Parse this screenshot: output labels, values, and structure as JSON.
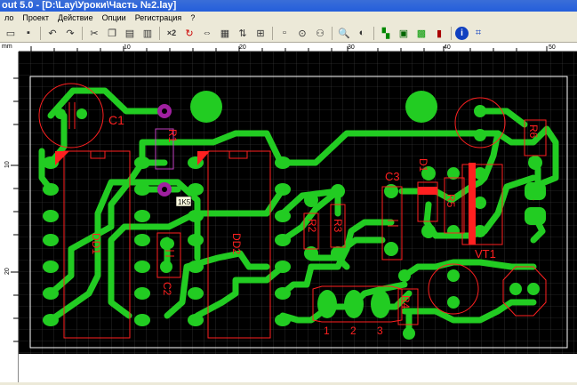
{
  "window": {
    "title": "out 5.0 - [D:\\Lay\\Уроки\\Часть №2.lay]"
  },
  "menu": {
    "items": [
      "ло",
      "Проект",
      "Действие",
      "Опции",
      "Регистрация",
      "?"
    ]
  },
  "toolbar": {
    "zoom_tag": "×2"
  },
  "ruler": {
    "unit": "mm",
    "top_labels": [
      "10",
      "20",
      "30",
      "40",
      "50"
    ],
    "left_labels": [
      "10",
      "20"
    ]
  },
  "board": {
    "components": {
      "c1": "C1",
      "r1": "R1",
      "dd1": "DD1",
      "dd2": "DD2",
      "c2": "C2",
      "r2": "R2",
      "r3": "R3",
      "c3": "C3",
      "d1": "D1",
      "r5": "R5",
      "r6": "R6",
      "vt1": "VT1",
      "r4": "R4",
      "pin1": "1",
      "pin2": "2",
      "pin3": "3"
    },
    "tooltip": "1K5",
    "colors": {
      "copper": "#22cc22",
      "silk": "#ff2020",
      "via": "#a020a0",
      "background": "#000000"
    }
  }
}
